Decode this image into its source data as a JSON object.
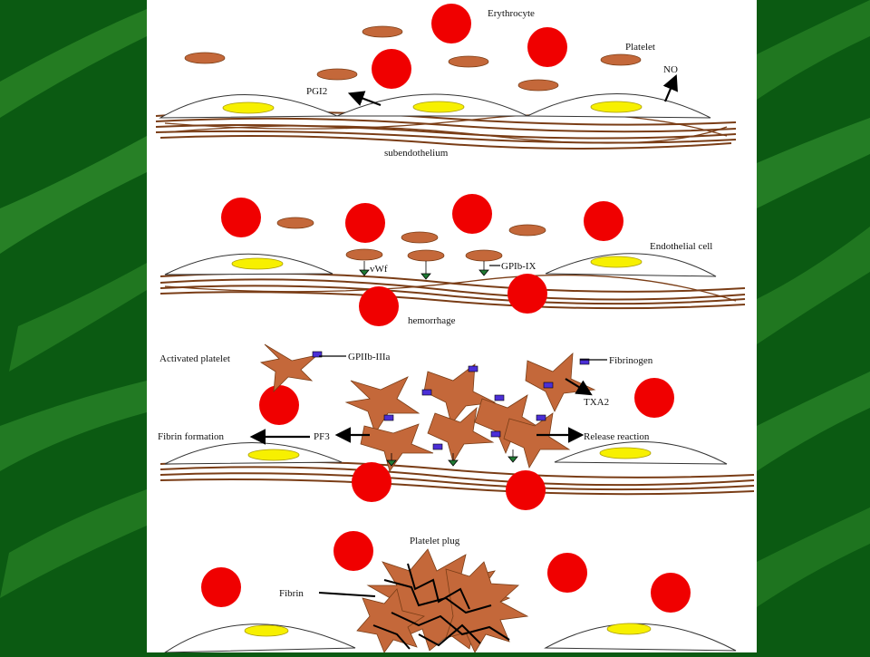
{
  "colors": {
    "background_green": "#0b5a12",
    "leaf_green": "#2f8a2a",
    "erythrocyte_red": "#f00000",
    "platelet_brown": "#c4683a",
    "subendothelium_brown": "#7a3d16",
    "nucleus_yellow": "#f7f000",
    "vwf_green": "#1f7a33",
    "receptor_blue": "#4b2fd6"
  },
  "icons": {
    "erythrocyte": "red-disc-icon",
    "platelet": "brown-ellipse-icon",
    "activated_platelet": "brown-star-icon",
    "fibrinogen": "bracket-icon"
  },
  "diagram": {
    "panel1": {
      "erythrocyte": "Erythrocyte",
      "platelet": "Platelet",
      "no": "NO",
      "pgi2": "PGI2",
      "subendothelium": "subendothelium"
    },
    "panel2": {
      "endothelial_cell": "Endothelial cell",
      "vwf": "vWf",
      "gpib_ix": "GPIb-IX",
      "hemorrhage": "hemorrhage"
    },
    "panel3": {
      "activated_platelet": "Activated platelet",
      "gpiib_iiia": "GPIIb-IIIa",
      "fibrinogen": "Fibrinogen",
      "txa2": "TXA2",
      "fibrin_formation": "Fibrin formation",
      "pf3": "PF3",
      "release_reaction": "Release reaction"
    },
    "panel4": {
      "platelet_plug": "Platelet plug",
      "fibrin": "Fibrin"
    }
  }
}
